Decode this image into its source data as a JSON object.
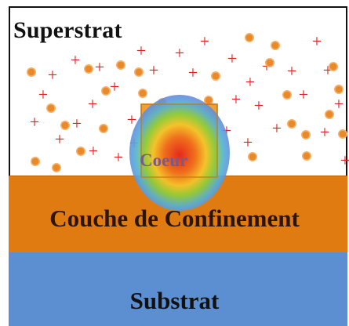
{
  "labels": {
    "superstrat": "Superstrat",
    "coeur": "Coeur",
    "confinement": "Couche de Confinement",
    "substrat": "Substrat"
  },
  "colors": {
    "confinement": "#e07b12",
    "substrat": "#5b8fd1",
    "plus": "#e02020",
    "dot_fill": "#e98a2a",
    "dot_ring": "#f6b26b"
  },
  "symbols": {
    "plus_marker": "plus-sign-icon",
    "dot_marker": "orange-dot-icon"
  }
}
